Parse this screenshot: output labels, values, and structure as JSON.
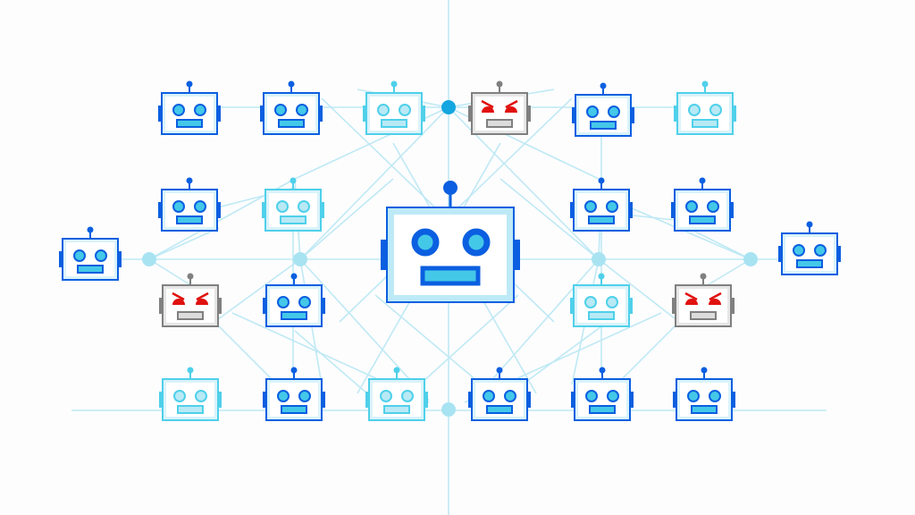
{
  "colors": {
    "line": "#bfe9f4",
    "node_light": "#a8e3f2",
    "node_dark": "#13a6e0",
    "blue_frame": "#0b5fe0",
    "blue_fill": "#44c8e8",
    "light_frame": "#4fd0ea",
    "light_fill": "#b8e9f5",
    "evil_frame": "#808080",
    "evil_eye": "#e0120f",
    "evil_mouth": "#dcdcdc",
    "center_inner": "#bdeaf6"
  },
  "robots": {
    "center": {
      "type": "blue",
      "role": "main"
    },
    "row1": [
      "blue",
      "blue",
      "light",
      "evil",
      "blue",
      "light"
    ],
    "row2": [
      "blue",
      "light",
      "blue",
      "blue"
    ],
    "sides": [
      "blue",
      "blue"
    ],
    "row3": [
      "evil",
      "blue",
      "light",
      "evil"
    ],
    "row4": [
      "light",
      "blue",
      "light",
      "blue",
      "blue",
      "blue"
    ]
  }
}
